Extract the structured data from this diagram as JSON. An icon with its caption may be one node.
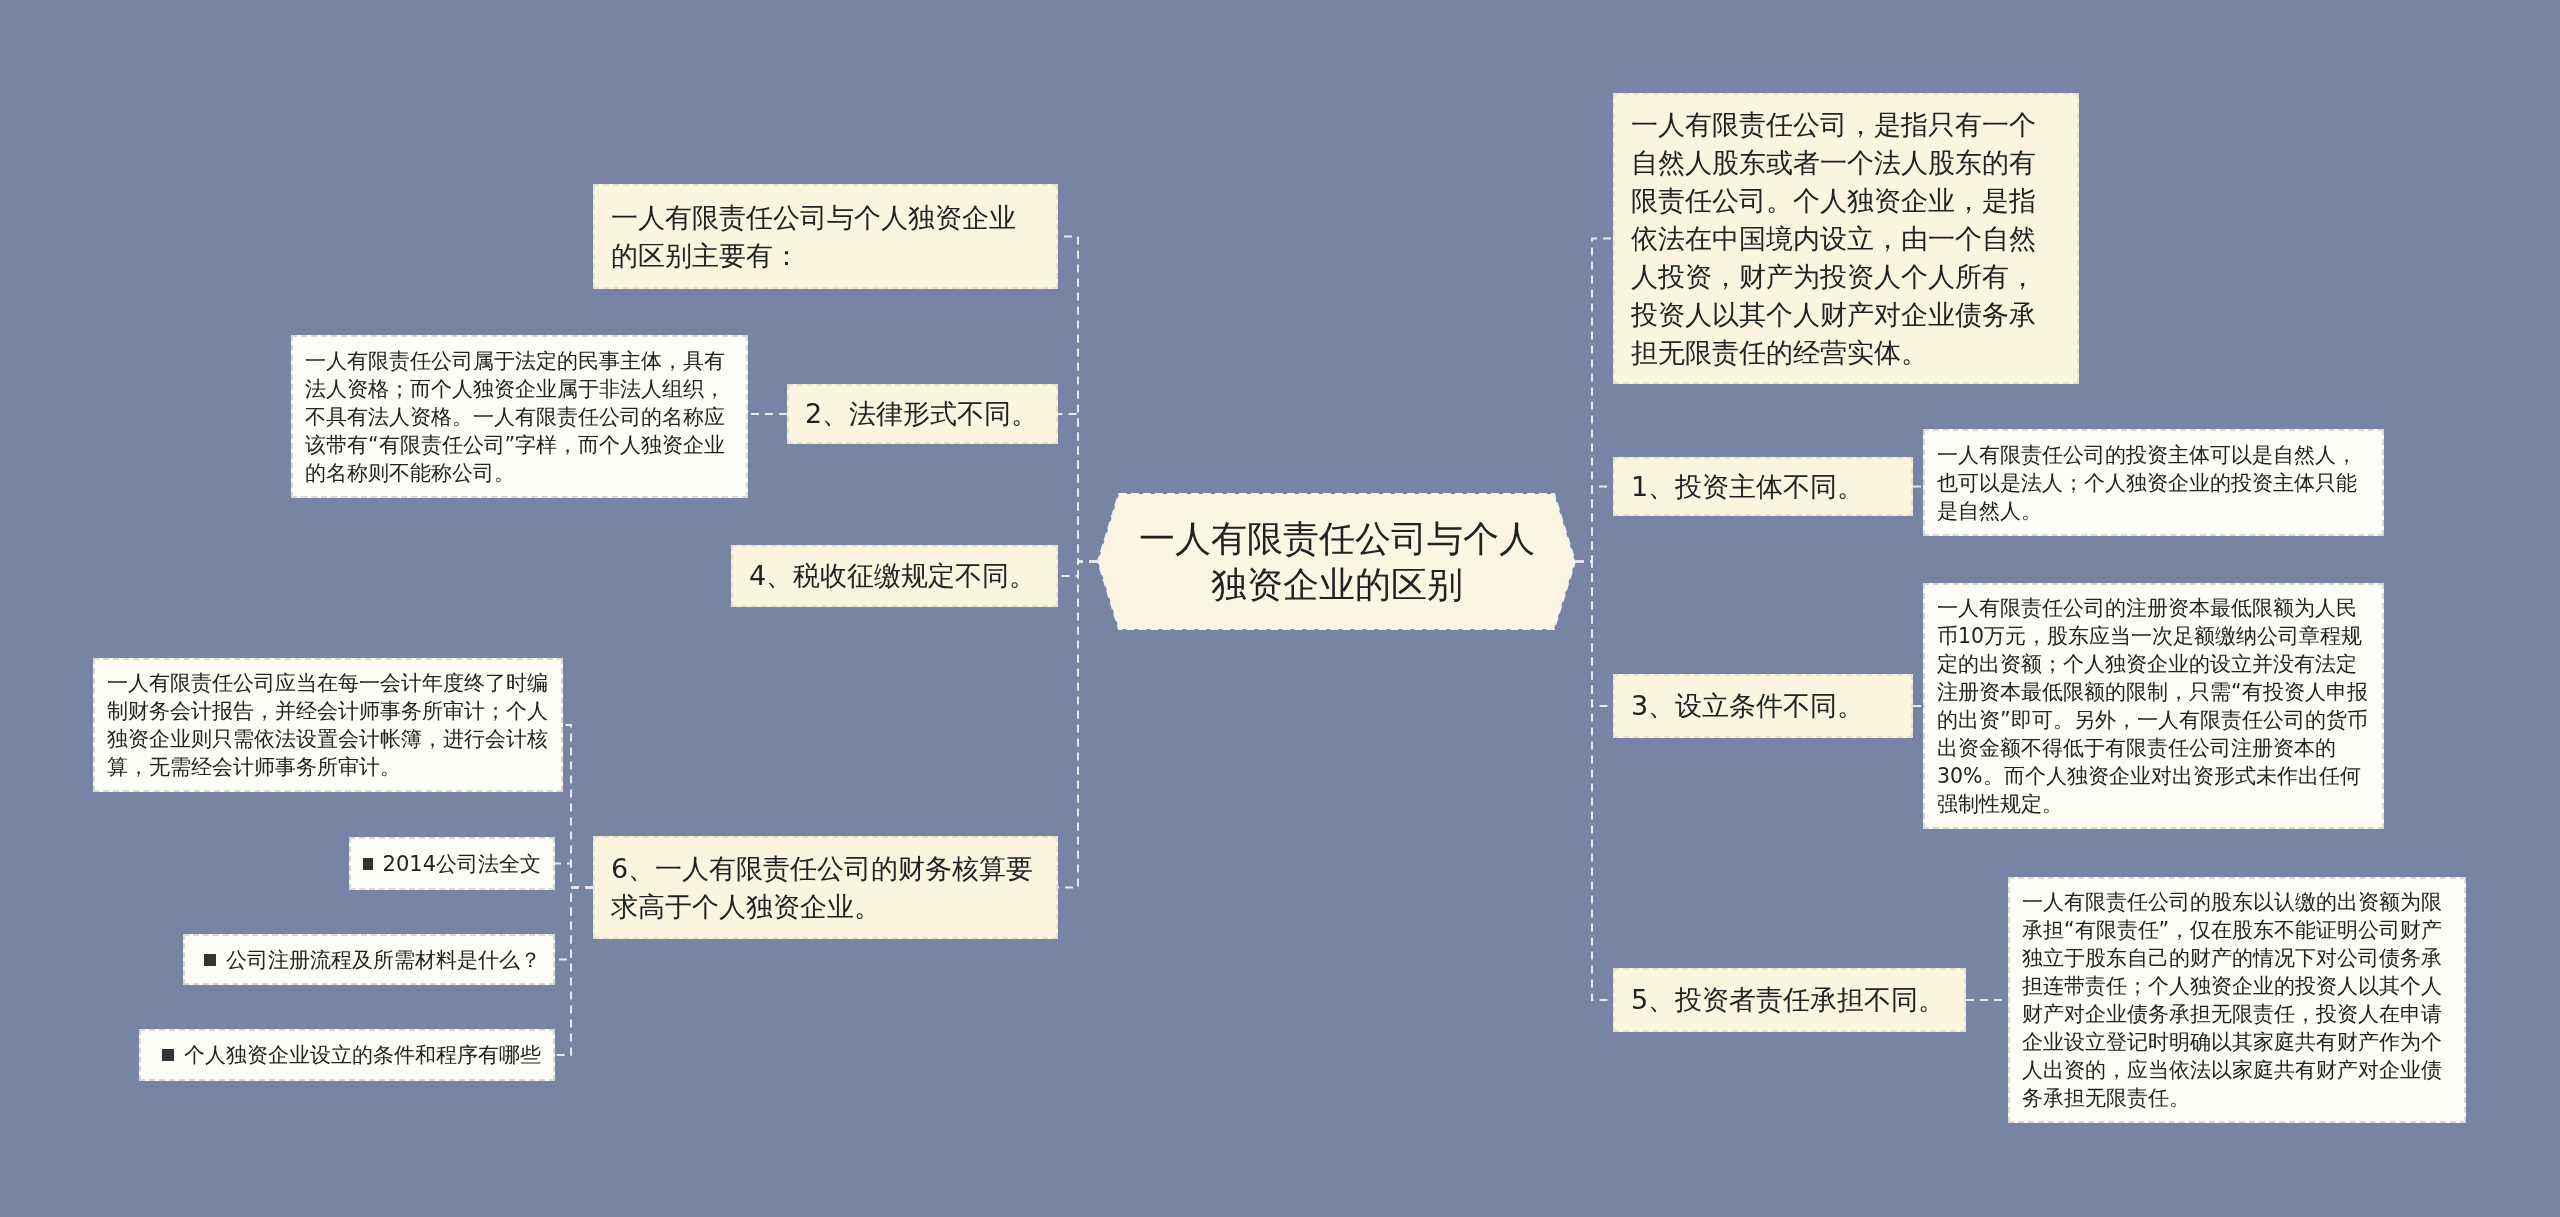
{
  "diagram": {
    "nodes": [
      {
        "text": [
          "一人有限责任公司与个人独资企业的区别"
        ]
      },
      {
        "text": [
          "一人有限责任公司与个人独资企业的区别主要有："
        ]
      },
      {
        "text": [
          "2、法律形式不同。"
        ]
      },
      {
        "text": [
          "一人有限责任公司属于法定的民事主体，具有法人资格；而个人独资企业属于非法人组织，不具有法人资格。一人有限责任公司的名称应该带有“有限责任公司”字样，而个人独资企业的名称则不能称公司。"
        ]
      },
      {
        "text": [
          "4、税收征缴规定不同。"
        ]
      },
      {
        "text": [
          "6、一人有限责任公司的财务核算要求高于个人独资企业。"
        ]
      },
      {
        "text": [
          "一人有限责任公司应当在每一会计年度终了时编制财务会计报告，并经会计师事务所审计；个人独资企业则只需依法设置会计帐簿，进行会计核算，无需经会计师事务所审计。"
        ]
      },
      {
        "text": [
          "2014公司法全文"
        ]
      },
      {
        "text": [
          "公司注册流程及所需材料是什么？"
        ]
      },
      {
        "text": [
          "个人独资企业设立的条件和程序有哪些"
        ]
      },
      {
        "text": [
          "一人有限责任公司，是指只有一个自然人股东或者一个法人股东的有限责任公司。个人独资企业，是指依法在中国境内设立，由一个自然人投资，财产为投资人个人所有，投资人以其个人财产对企业债务承担无限责任的经营实体。"
        ]
      },
      {
        "text": [
          "1、投资主体不同。"
        ]
      },
      {
        "text": [
          "一人有限责任公司的投资主体可以是自然人，也可以是法人；个人独资企业的投资主体只能是自然人。"
        ]
      },
      {
        "text": [
          "3、设立条件不同。"
        ]
      },
      {
        "text": [
          "一人有限责任公司的注册资本最低限额为人民币10万元，股东应当一次足额缴纳公司章程规定的出资额；个人独资企业的设立并没有法定注册资本最低限额的限制，只需“有投资人申报的出资”即可。另外，一人有限责任公司的货币出资金额不得低于有限责任公司注册资本的30%。而个人独资企业对出资形式未作出任何强制性规定。"
        ]
      },
      {
        "text": [
          "5、投资者责任承担不同。"
        ]
      },
      {
        "text": [
          "一人有限责任公司的股东以认缴的出资额为限承担“有限责任”，仅在股东不能证明公司财产独立于股东自己的财产的情况下对公司债务承担连带责任；个人独资企业的投资人以其个人财产对企业债务承担无限责任，投资人在申请企业设立登记时明确以其家庭共有财产作为个人出资的，应当依法以家庭共有财产对企业债务承担无限责任。"
        ]
      }
    ],
    "edges": [
      {
        "from": 0,
        "to": 1,
        "arrow": "none"
      },
      {
        "from": 0,
        "to": 2,
        "arrow": "none"
      },
      {
        "from": 2,
        "to": 3,
        "arrow": "none"
      },
      {
        "from": 0,
        "to": 4,
        "arrow": "none"
      },
      {
        "from": 0,
        "to": 5,
        "arrow": "none"
      },
      {
        "from": 5,
        "to": 6,
        "arrow": "none"
      },
      {
        "from": 5,
        "to": 7,
        "arrow": "none"
      },
      {
        "from": 5,
        "to": 8,
        "arrow": "none"
      },
      {
        "from": 5,
        "to": 9,
        "arrow": "none"
      },
      {
        "from": 0,
        "to": 10,
        "arrow": "none"
      },
      {
        "from": 0,
        "to": 11,
        "arrow": "none"
      },
      {
        "from": 11,
        "to": 12,
        "arrow": "none"
      },
      {
        "from": 0,
        "to": 13,
        "arrow": "none"
      },
      {
        "from": 13,
        "to": 14,
        "arrow": "none"
      },
      {
        "from": 0,
        "to": 15,
        "arrow": "none"
      },
      {
        "from": 15,
        "to": 16,
        "arrow": "none"
      }
    ]
  }
}
